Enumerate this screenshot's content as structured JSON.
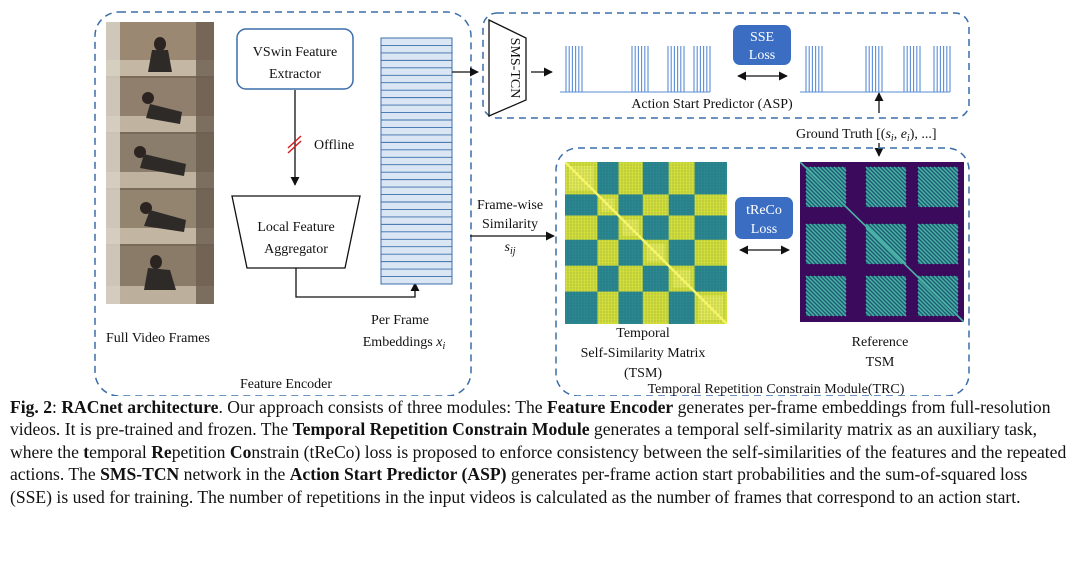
{
  "diagram": {
    "feature_encoder": {
      "label": "Feature Encoder",
      "frames_label": "Full Video Frames",
      "vswin": [
        "VSwin Feature",
        "Extractor"
      ],
      "offline": "Offline",
      "aggregator": [
        "Local Feature",
        "Aggregator"
      ],
      "embeddings": [
        "Per Frame",
        "Embeddings"
      ],
      "embeddings_var": "x",
      "embeddings_sub": "i"
    },
    "similarity": {
      "lines": [
        "Frame-wise",
        "Similarity"
      ],
      "var": "s",
      "sub": "ij"
    },
    "asp": {
      "tcn": "SMS-TCN",
      "loss": [
        "SSE",
        "Loss"
      ],
      "label": "Action Start Predictor (ASP)"
    },
    "ground_truth": {
      "prefix": "Ground Truth [(",
      "s": "s",
      "s_sub": "i",
      "comma": ", ",
      "e": "e",
      "e_sub": "i",
      "suffix": "), ...]"
    },
    "trc": {
      "tsm_label": [
        "Temporal",
        "Self-Similarity Matrix",
        "(TSM)"
      ],
      "loss": [
        "tReCo",
        "Loss"
      ],
      "ref_label": [
        "Reference",
        "TSM"
      ],
      "module_label": "Temporal Repetition Constrain Module(TRC)"
    },
    "colors": {
      "box_border": "#3a6eaa",
      "loss_fill": "#3b6ec2",
      "signal": "#5a8dd6",
      "tsm_yellow": "#d6e338",
      "tsm_teal": "#2a8a91",
      "tsm_dark": "#27335f",
      "ref_purple": "#3c0a5c",
      "ref_teal": "#4ab3a6",
      "offline_slash": "#d22020"
    }
  },
  "caption": {
    "fig": "Fig. 2",
    "colon": ": ",
    "title": "RACnet architecture",
    "p1": ". Our approach consists of three modules: The ",
    "b1": "Feature Encoder",
    "p2": " generates per-frame embeddings from full-resolution videos. It is pre-trained and frozen. The ",
    "b2": "Temporal Repetition Constrain Module",
    "p3": " generates a temporal self-similarity matrix as an auxiliary task, where the ",
    "b3": "t",
    "p4": "emporal ",
    "b4": "Re",
    "p5": "petition ",
    "b5": "Co",
    "p6": "nstrain (tReCo) loss is proposed to enforce consistency between the self-similarities of the features and the repeated actions. The ",
    "b6": "SMS-TCN",
    "p7": " network in the ",
    "b7": "Action Start Predictor (ASP)",
    "p8": " generates per-frame action start probabilities and the sum-of-squared loss (SSE) is used for training. The number of repetitions in the input videos is calculated as the number of frames that correspond to an action start."
  }
}
